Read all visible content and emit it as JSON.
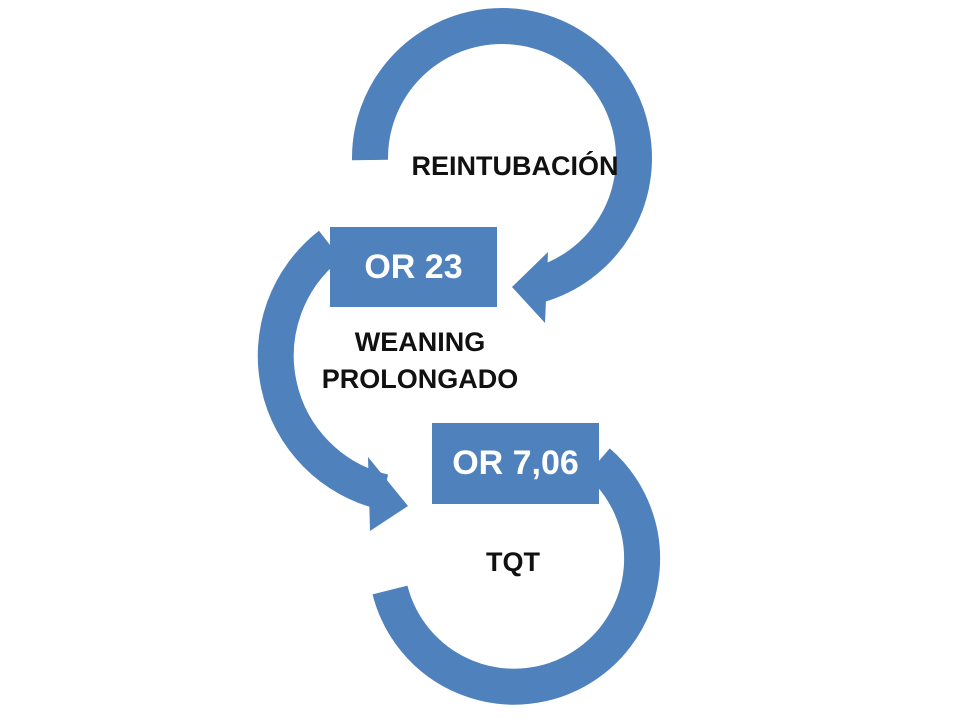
{
  "diagram": {
    "colors": {
      "arrow": "#4f81bd",
      "box": "#4f81bd",
      "box_text": "#ffffff",
      "label_text": "#111111",
      "background": "#ffffff"
    },
    "nodes": [
      {
        "id": "reintubacion",
        "label": "REINTUBACIÓN"
      },
      {
        "id": "weaning",
        "label_line1": "WEANING",
        "label_line2": "PROLONGADO"
      },
      {
        "id": "tqt",
        "label": "TQT"
      }
    ],
    "odds_ratios": [
      {
        "id": "or-23",
        "label": "OR 23"
      },
      {
        "id": "or-706",
        "label": "OR 7,06"
      }
    ]
  }
}
